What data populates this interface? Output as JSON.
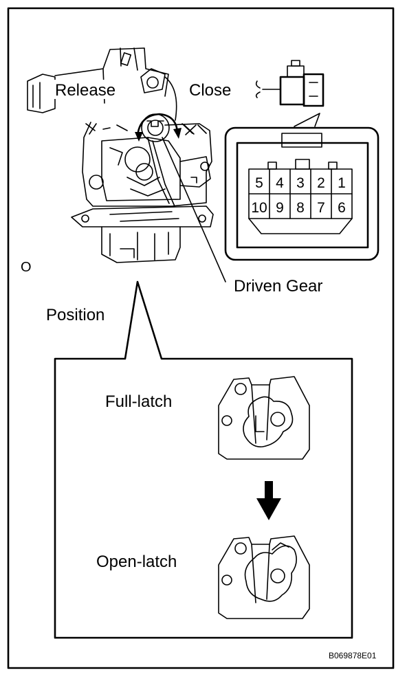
{
  "labels": {
    "release": "Release",
    "close": "Close",
    "driven_gear": "Driven Gear",
    "o_mark": "O",
    "position": "Position",
    "full_latch": "Full-latch",
    "open_latch": "Open-latch",
    "figure_code": "B069878E01"
  },
  "connector": {
    "top_row": [
      "5",
      "4",
      "3",
      "2",
      "1"
    ],
    "bottom_row": [
      "10",
      "9",
      "8",
      "7",
      "6"
    ]
  },
  "icons": [
    "door-lock-actuator",
    "connector-plug",
    "down-arrow"
  ]
}
